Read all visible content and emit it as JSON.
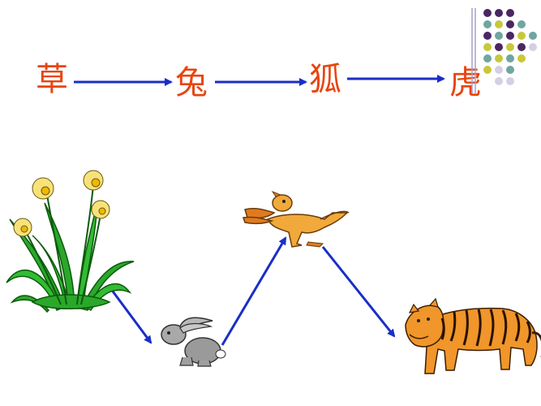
{
  "food_chain": {
    "nodes": [
      {
        "id": "grass",
        "label": "草"
      },
      {
        "id": "rabbit",
        "label": "兔"
      },
      {
        "id": "fox",
        "label": "狐"
      },
      {
        "id": "tiger",
        "label": "虎"
      }
    ]
  },
  "colors": {
    "label": "#e8450f",
    "arrow": "#1a2ec8",
    "dot_purple": "#4a2763",
    "dot_teal": "#6fa6a0",
    "dot_yellow": "#c8c83a",
    "dot_lavender": "#d3d0e4",
    "divider": "#a3a3c8"
  },
  "icons": [
    "daffodil-icon",
    "rabbit-icon",
    "fox-icon",
    "tiger-icon"
  ]
}
